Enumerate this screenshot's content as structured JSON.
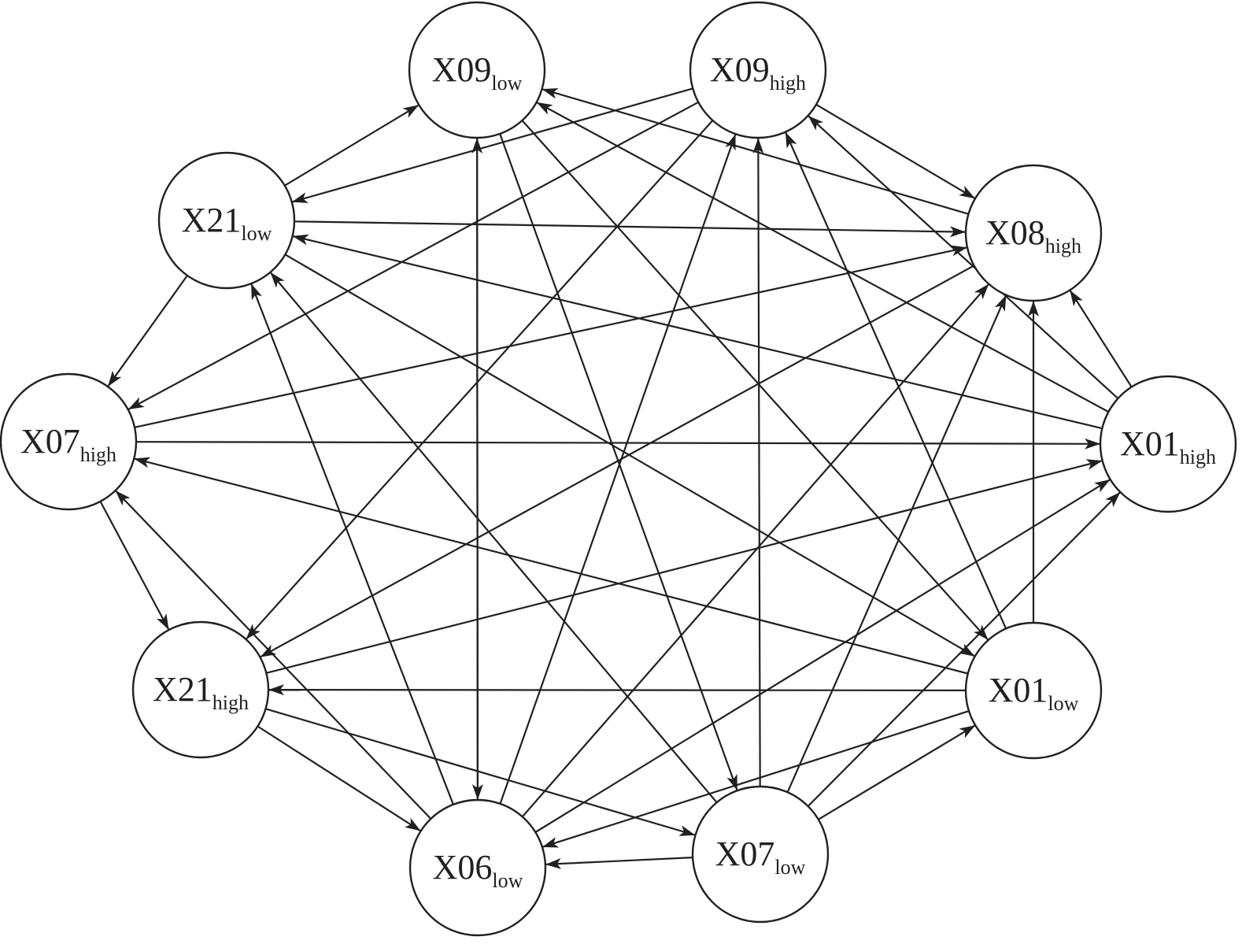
{
  "diagram": {
    "nodes": [
      {
        "id": "X09low",
        "name": "X09",
        "sub": "low"
      },
      {
        "id": "X09high",
        "name": "X09",
        "sub": "high"
      },
      {
        "id": "X21low",
        "name": "X21",
        "sub": "low"
      },
      {
        "id": "X08high",
        "name": "X08",
        "sub": "high"
      },
      {
        "id": "X07high",
        "name": "X07",
        "sub": "high"
      },
      {
        "id": "X01high",
        "name": "X01",
        "sub": "high"
      },
      {
        "id": "X21high",
        "name": "X21",
        "sub": "high"
      },
      {
        "id": "X01low",
        "name": "X01",
        "sub": "low"
      },
      {
        "id": "X06low",
        "name": "X06",
        "sub": "low"
      },
      {
        "id": "X07low",
        "name": "X07",
        "sub": "low"
      }
    ],
    "edges": [
      {
        "from": "X21low",
        "to": "X09low"
      },
      {
        "from": "X09high",
        "to": "X21low"
      },
      {
        "from": "X21low",
        "to": "X08high"
      },
      {
        "from": "X01high",
        "to": "X21low"
      },
      {
        "from": "X21low",
        "to": "X07high"
      },
      {
        "from": "X21low",
        "to": "X01low"
      },
      {
        "from": "X09high",
        "to": "X08high"
      },
      {
        "from": "X08high",
        "to": "X09low"
      },
      {
        "from": "X01high",
        "to": "X09low"
      },
      {
        "from": "X09low",
        "to": "X06low"
      },
      {
        "from": "X09low",
        "to": "X07low"
      },
      {
        "from": "X09low",
        "to": "X01low"
      },
      {
        "from": "X09high",
        "to": "X07high"
      },
      {
        "from": "X09high",
        "to": "X21high"
      },
      {
        "from": "X01low",
        "to": "X09high"
      },
      {
        "from": "X01high",
        "to": "X09high"
      },
      {
        "from": "X07low",
        "to": "X09high"
      },
      {
        "from": "X06low",
        "to": "X09high"
      },
      {
        "from": "X06low",
        "to": "X09low"
      },
      {
        "from": "X07high",
        "to": "X08high"
      },
      {
        "from": "X07high",
        "to": "X01high"
      },
      {
        "from": "X07high",
        "to": "X21high"
      },
      {
        "from": "X01low",
        "to": "X07high"
      },
      {
        "from": "X06low",
        "to": "X07high"
      },
      {
        "from": "X01high",
        "to": "X08high"
      },
      {
        "from": "X01low",
        "to": "X08high"
      },
      {
        "from": "X06low",
        "to": "X08high"
      },
      {
        "from": "X07low",
        "to": "X08high"
      },
      {
        "from": "X08high",
        "to": "X21high"
      },
      {
        "from": "X21high",
        "to": "X01high"
      },
      {
        "from": "X06low",
        "to": "X01high"
      },
      {
        "from": "X07low",
        "to": "X01high"
      },
      {
        "from": "X01low",
        "to": "X21high"
      },
      {
        "from": "X21high",
        "to": "X06low"
      },
      {
        "from": "X21high",
        "to": "X07low"
      },
      {
        "from": "X01low",
        "to": "X06low"
      },
      {
        "from": "X07low",
        "to": "X01low"
      },
      {
        "from": "X07low",
        "to": "X06low"
      },
      {
        "from": "X07low",
        "to": "X21low"
      },
      {
        "from": "X06low",
        "to": "X21low"
      }
    ]
  }
}
